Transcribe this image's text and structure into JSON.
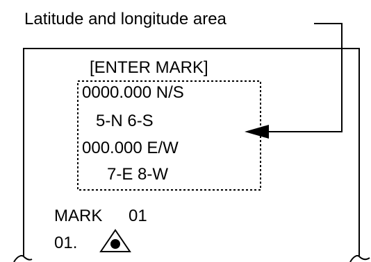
{
  "callout": {
    "label": "Latitude and longitude area"
  },
  "screen": {
    "title": "[ENTER MARK]",
    "latitude": {
      "value": "0000.000 N/S",
      "keys": "5-N 6-S"
    },
    "longitude": {
      "value": "000.000 E/W",
      "keys": "7-E 8-W"
    },
    "mark": {
      "label": "MARK",
      "number": "01",
      "index": "01."
    }
  },
  "icons": {
    "mark_symbol": "triangle-dot-icon",
    "pointer": "arrow-left-icon"
  },
  "colors": {
    "ink": "#000000",
    "background": "#ffffff"
  }
}
